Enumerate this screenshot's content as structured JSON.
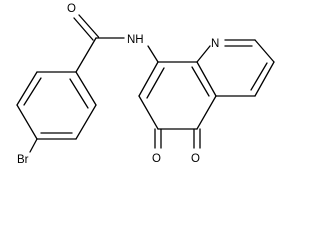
{
  "molecule": {
    "atoms": {
      "oxygen_amide": "O",
      "amide_nh": "NH",
      "ring_nitrogen": "N",
      "bromine": "Br",
      "oxygen_c5": "O",
      "oxygen_c6": "O"
    },
    "colors": {
      "bond": "#000000",
      "label": "#000000",
      "background": "#ffffff"
    }
  }
}
